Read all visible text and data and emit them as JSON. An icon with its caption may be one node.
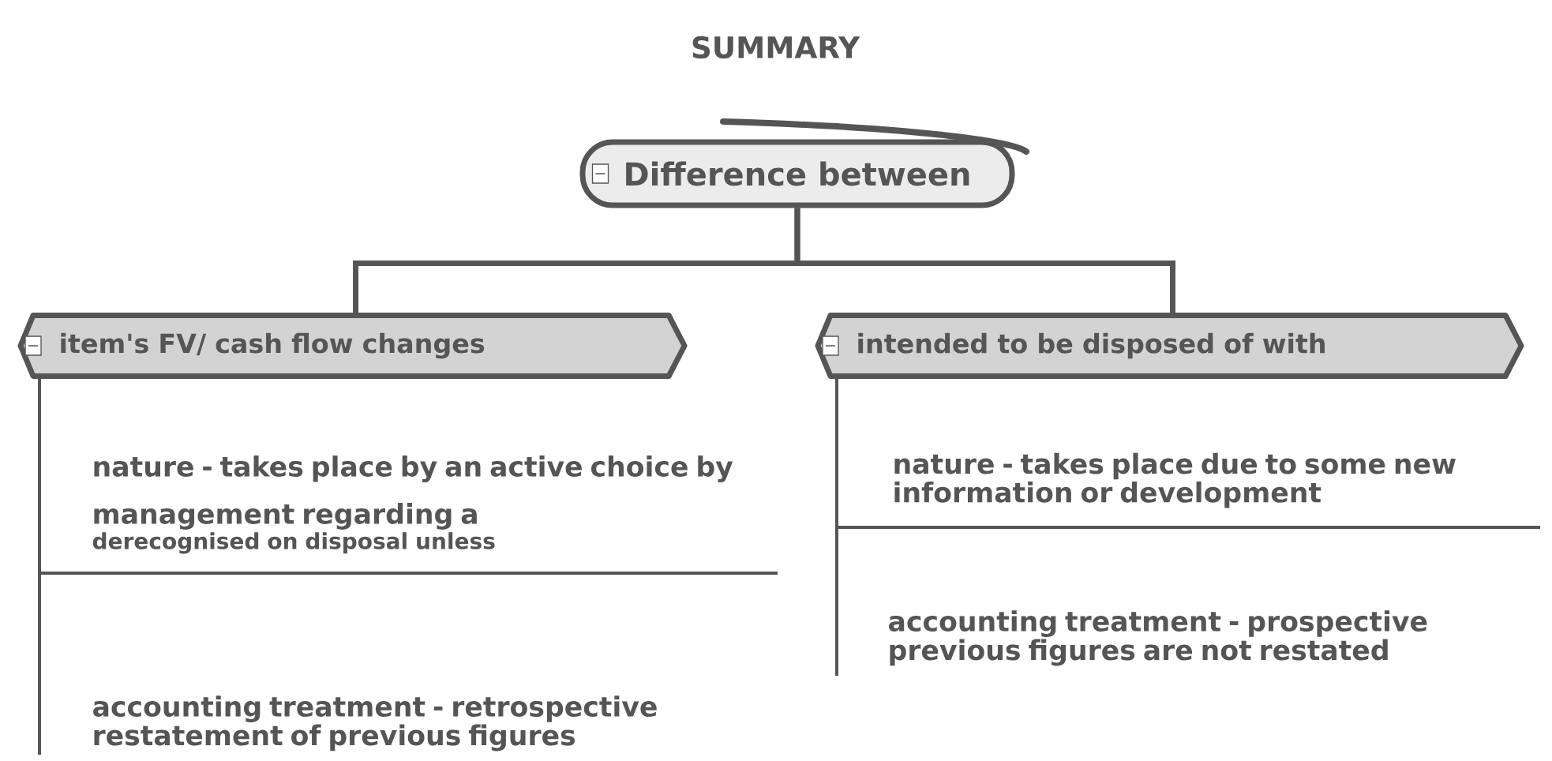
{
  "diagram": {
    "title": "SUMMARY",
    "nodes": [
      {
        "text": [
          "Difference between"
        ]
      },
      {
        "text": [
          "item's FV/ cash flow changes"
        ]
      },
      {
        "text": [
          "intended to be disposed of with"
        ]
      },
      {
        "text": [
          "nature - takes place by an active choice by management regarding a",
          "derecognised on disposal unless"
        ]
      },
      {
        "text": [
          "accounting treatment - retrospective restatement of previous figures"
        ]
      },
      {
        "text": [
          "nature - takes place due to some new information or development"
        ]
      },
      {
        "text": [
          "accounting treatment - prospective previous figures are not restated"
        ]
      }
    ],
    "edges": [
      {
        "from": 0,
        "to": 1,
        "arrow": "none"
      },
      {
        "from": 0,
        "to": 2,
        "arrow": "none"
      },
      {
        "from": 1,
        "to": 3,
        "arrow": "none"
      },
      {
        "from": 1,
        "to": 4,
        "arrow": "none"
      },
      {
        "from": 2,
        "to": 5,
        "arrow": "none"
      },
      {
        "from": 2,
        "to": 6,
        "arrow": "none"
      }
    ]
  }
}
